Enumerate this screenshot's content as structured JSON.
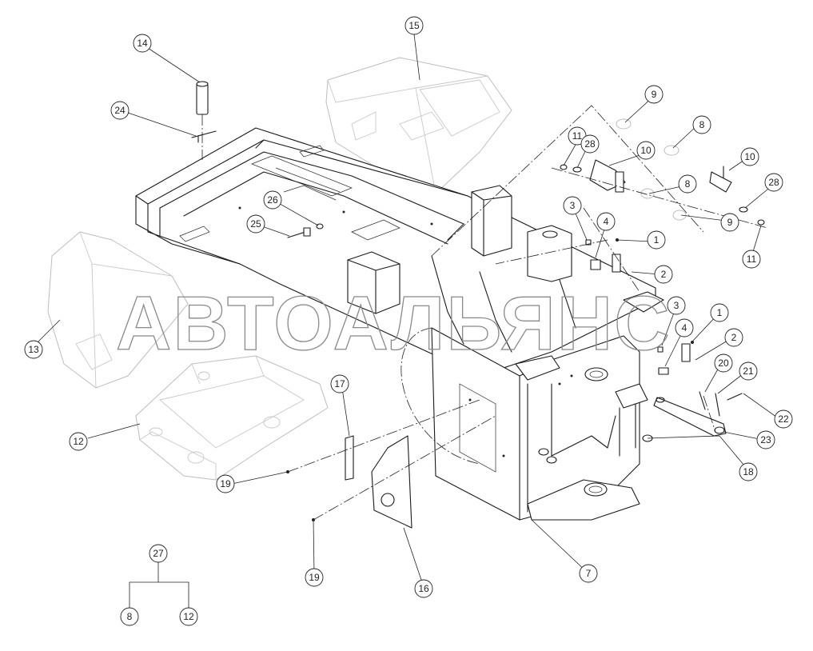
{
  "watermark": "АВТОАЛЬЯНС",
  "callouts": [
    {
      "id": "c14",
      "label": "14"
    },
    {
      "id": "c15",
      "label": "15"
    },
    {
      "id": "c24",
      "label": "24"
    },
    {
      "id": "c26",
      "label": "26"
    },
    {
      "id": "c25",
      "label": "25"
    },
    {
      "id": "c13",
      "label": "13"
    },
    {
      "id": "c12a",
      "label": "12"
    },
    {
      "id": "c9a",
      "label": "9"
    },
    {
      "id": "c8a",
      "label": "8"
    },
    {
      "id": "c11a",
      "label": "11"
    },
    {
      "id": "c28a",
      "label": "28"
    },
    {
      "id": "c10a",
      "label": "10"
    },
    {
      "id": "c10b",
      "label": "10"
    },
    {
      "id": "c8b",
      "label": "8"
    },
    {
      "id": "c9b",
      "label": "9"
    },
    {
      "id": "c28b",
      "label": "28"
    },
    {
      "id": "c11b",
      "label": "11"
    },
    {
      "id": "c3a",
      "label": "3"
    },
    {
      "id": "c4a",
      "label": "4"
    },
    {
      "id": "c1a",
      "label": "1"
    },
    {
      "id": "c2a",
      "label": "2"
    },
    {
      "id": "c3b",
      "label": "3"
    },
    {
      "id": "c4b",
      "label": "4"
    },
    {
      "id": "c1b",
      "label": "1"
    },
    {
      "id": "c2b",
      "label": "2"
    },
    {
      "id": "c20",
      "label": "20"
    },
    {
      "id": "c21",
      "label": "21"
    },
    {
      "id": "c22",
      "label": "22"
    },
    {
      "id": "c23",
      "label": "23"
    },
    {
      "id": "c18",
      "label": "18"
    },
    {
      "id": "c17",
      "label": "17"
    },
    {
      "id": "c19a",
      "label": "19"
    },
    {
      "id": "c19b",
      "label": "19"
    },
    {
      "id": "c16",
      "label": "16"
    },
    {
      "id": "c7",
      "label": "7"
    },
    {
      "id": "c27",
      "label": "27"
    },
    {
      "id": "c8c",
      "label": "8"
    },
    {
      "id": "c12b",
      "label": "12"
    }
  ]
}
